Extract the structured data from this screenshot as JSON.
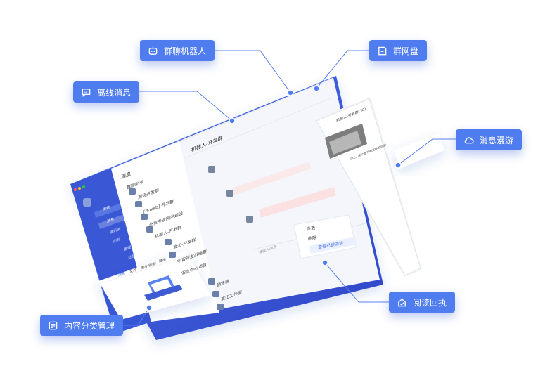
{
  "callouts": {
    "group_robot": "群聊机器人",
    "group_disk": "群网盘",
    "offline_msg": "离线消息",
    "msg_roaming": "消息漫游",
    "read_receipt": "阅读回执",
    "content_classify": "内容分类管理"
  },
  "sidebar": {
    "search": "搜索",
    "items": [
      "消息",
      "通讯录",
      "应用",
      "管理",
      "日程"
    ]
  },
  "conversation_list": {
    "header": "消息",
    "items": [
      {
        "name": "群聊助手",
        "preview": ""
      },
      {
        "name": "源话开发群",
        "preview": ""
      },
      {
        "name": "[R-web] 开发群",
        "preview": ""
      },
      {
        "name": "外贸专业网站建设",
        "preview": ""
      },
      {
        "name": "机器人-开发群",
        "preview": ""
      },
      {
        "name": "滨江-开发群",
        "preview": ""
      },
      {
        "name": "宇宙开发战略群",
        "preview": ""
      },
      {
        "name": "安全中心项目",
        "preview": ""
      },
      {
        "name": "销售端",
        "preview": ""
      },
      {
        "name": "滨江工作室",
        "preview": ""
      }
    ]
  },
  "chat": {
    "title": "机器人-开发群",
    "input_placeholder": "请输入消息",
    "context_menu": {
      "multi_select": "多选",
      "delete": "删除",
      "view_read": "查看已读未读"
    }
  },
  "file_panel": {
    "tabs": [
      "消息",
      "文件",
      "图片/视频",
      "链接"
    ]
  },
  "phone": {
    "title": "机器人-开发群(30)",
    "message": "可以，这个是下载文件的目录"
  },
  "colors": {
    "accent": "#4f7df0",
    "sidebar": "#3a57d6",
    "line": "#5b82f2"
  }
}
